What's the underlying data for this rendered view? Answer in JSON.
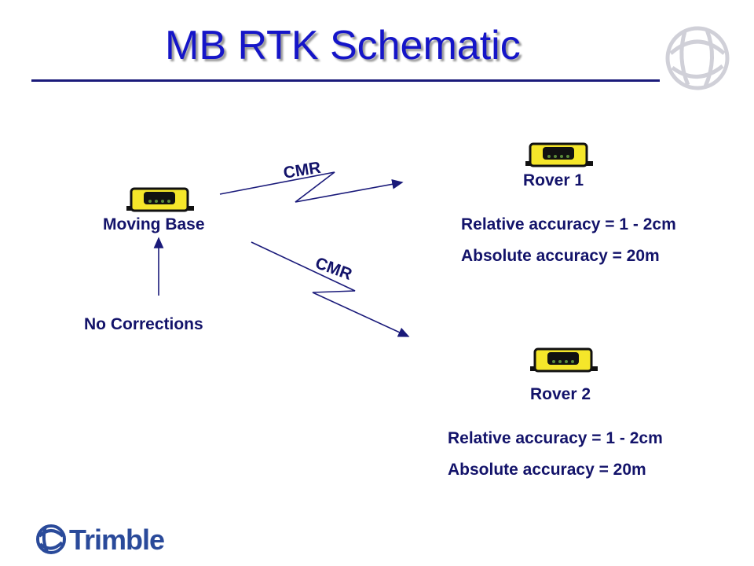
{
  "slide": {
    "title": "MB RTK Schematic"
  },
  "nodes": {
    "moving_base": "Moving Base",
    "rover1": "Rover 1",
    "rover2": "Rover 2",
    "no_corrections": "No Corrections"
  },
  "links": {
    "cmr_top": "CMR",
    "cmr_bottom": "CMR"
  },
  "rover1_accuracy": {
    "relative": "Relative accuracy = 1 - 2cm",
    "absolute": "Absolute accuracy = 20m"
  },
  "rover2_accuracy": {
    "relative": "Relative accuracy = 1 - 2cm",
    "absolute": "Absolute accuracy = 20m"
  },
  "brand": {
    "name": "Trimble"
  },
  "colors": {
    "title": "#1515c8",
    "text": "#13136a",
    "device_body": "#f5e62a",
    "arrow": "#1a1a7a"
  }
}
